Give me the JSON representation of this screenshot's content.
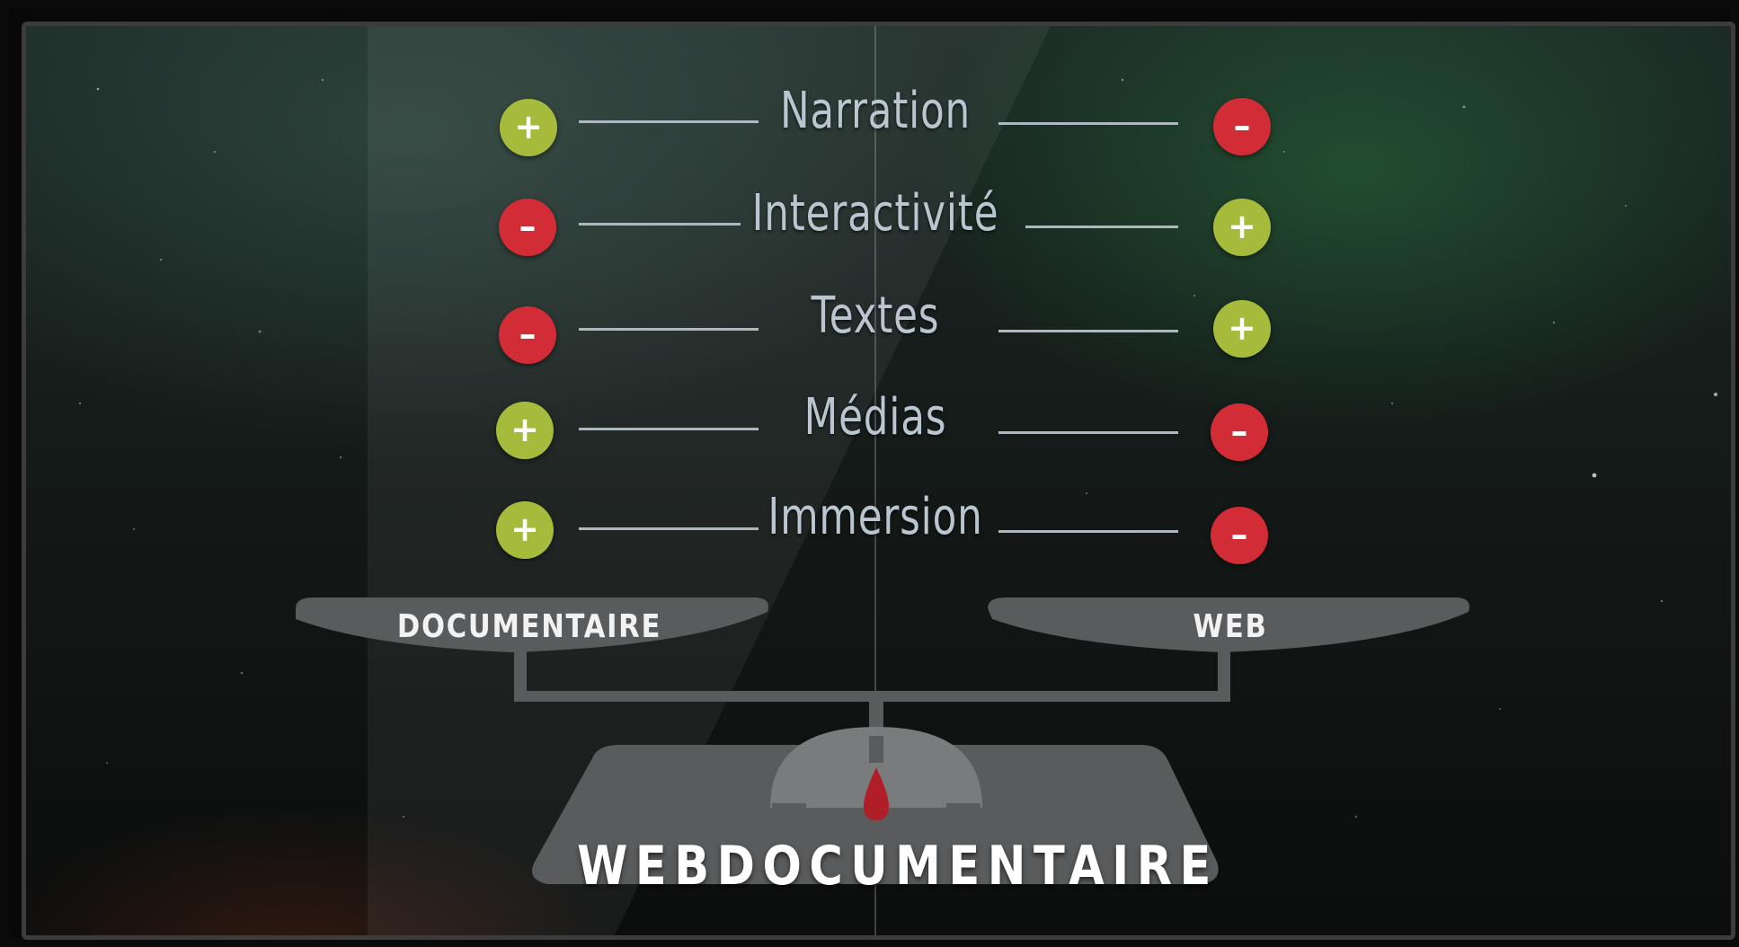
{
  "criteria": [
    {
      "label": "Narration",
      "left": "+",
      "right": "–"
    },
    {
      "label": "Interactivité",
      "left": "–",
      "right": "+"
    },
    {
      "label": "Textes",
      "left": "–",
      "right": "+"
    },
    {
      "label": "Médias",
      "left": "+",
      "right": "–"
    },
    {
      "label": "Immersion",
      "left": "+",
      "right": "–"
    }
  ],
  "pans": {
    "left": "DOCUMENTAIRE",
    "right": "WEB"
  },
  "base_title": "WEBDOCUMENTAIRE",
  "colors": {
    "plus": "#a6bb3b",
    "minus": "#d22c37",
    "scale": "#5a5b5c",
    "needle": "#b01e28"
  }
}
